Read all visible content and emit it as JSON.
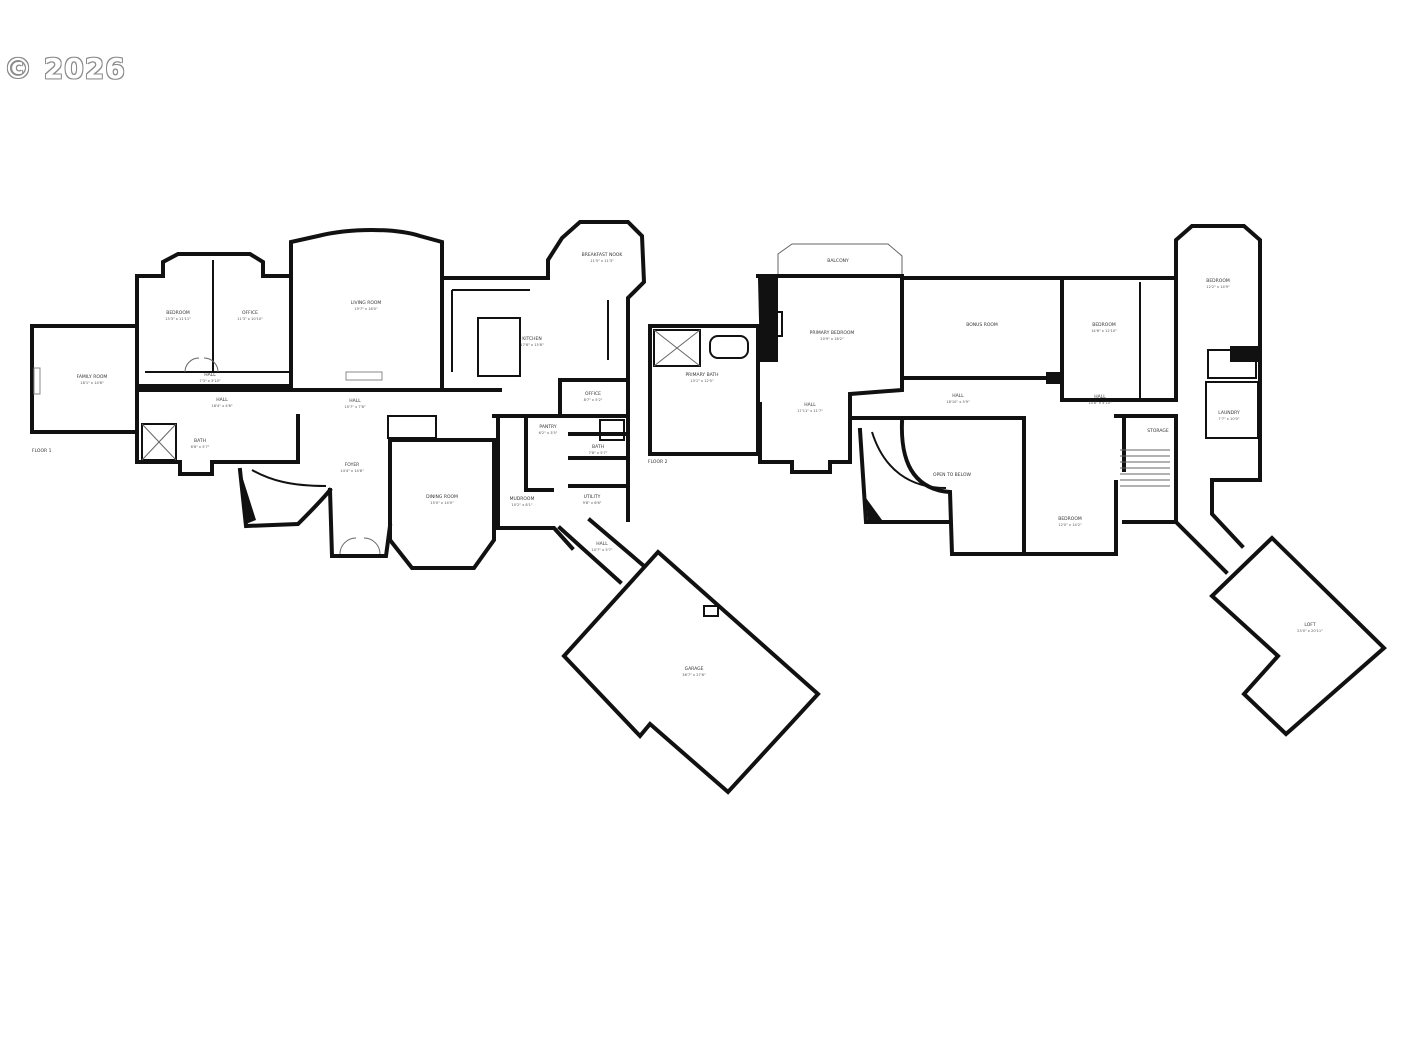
{
  "watermark": "© 2026",
  "floors": [
    {
      "label": "FLOOR 1",
      "rooms": [
        {
          "name": "FAMILY ROOM",
          "dim": "18'1\" x 14'8\""
        },
        {
          "name": "BEDROOM",
          "dim": "13'3\" x 11'11\""
        },
        {
          "name": "OFFICE",
          "dim": "11'3\" x 10'10\""
        },
        {
          "name": "LIVING ROOM",
          "dim": "19'7\" x 18'0\""
        },
        {
          "name": "KITCHEN",
          "dim": "17'8\" x 15'8\""
        },
        {
          "name": "BREAKFAST NOOK",
          "dim": "11'5\" x 11'3\""
        },
        {
          "name": "HALL",
          "dim": "18'4\" x 4'8\""
        },
        {
          "name": "HALL",
          "dim": "7'3\" x 3'10\""
        },
        {
          "name": "HALL",
          "dim": "10'7\" x 7'8\""
        },
        {
          "name": "BATH",
          "dim": "6'8\" x 5'7\""
        },
        {
          "name": "FOYER",
          "dim": "14'4\" x 14'8\""
        },
        {
          "name": "DINING ROOM",
          "dim": "15'0\" x 14'0\""
        },
        {
          "name": "OFFICE",
          "dim": "8'7\" x 5'2\""
        },
        {
          "name": "PANTRY",
          "dim": "6'2\" x 3'5\""
        },
        {
          "name": "MUDROOM",
          "dim": "10'2\" x 8'1\""
        },
        {
          "name": "BATH",
          "dim": "7'8\" x 5'7\""
        },
        {
          "name": "UTILITY",
          "dim": "9'8\" x 6'6\""
        },
        {
          "name": "HALL",
          "dim": "10'7\" x 5'7\""
        },
        {
          "name": "GARAGE",
          "dim": "36'7\" x 27'6\""
        }
      ]
    },
    {
      "label": "FLOOR 2",
      "rooms": [
        {
          "name": "BALCONY",
          "dim": ""
        },
        {
          "name": "PRIMARY BEDROOM",
          "dim": "20'9\" x 18'2\""
        },
        {
          "name": "PRIMARY BATH",
          "dim": "13'1\" x 12'5\""
        },
        {
          "name": "BONUS ROOM",
          "dim": ""
        },
        {
          "name": "HALL",
          "dim": "18'10\" x 5'9\""
        },
        {
          "name": "BEDROOM",
          "dim": "14'6\" x 12'10\""
        },
        {
          "name": "HALL",
          "dim": "10'8\" x 4'10\""
        },
        {
          "name": "BEDROOM",
          "dim": "12'2\" x 14'9\""
        },
        {
          "name": "LAUNDRY",
          "dim": "7'7\" x 10'0\""
        },
        {
          "name": "HALL",
          "dim": "17'11\" x 11'7\""
        },
        {
          "name": "OPEN TO BELOW",
          "dim": ""
        },
        {
          "name": "BEDROOM",
          "dim": "12'0\" x 14'2\""
        },
        {
          "name": "LOFT",
          "dim": "23'0\" x 20'11\""
        },
        {
          "name": "STORAGE",
          "dim": ""
        }
      ]
    }
  ]
}
